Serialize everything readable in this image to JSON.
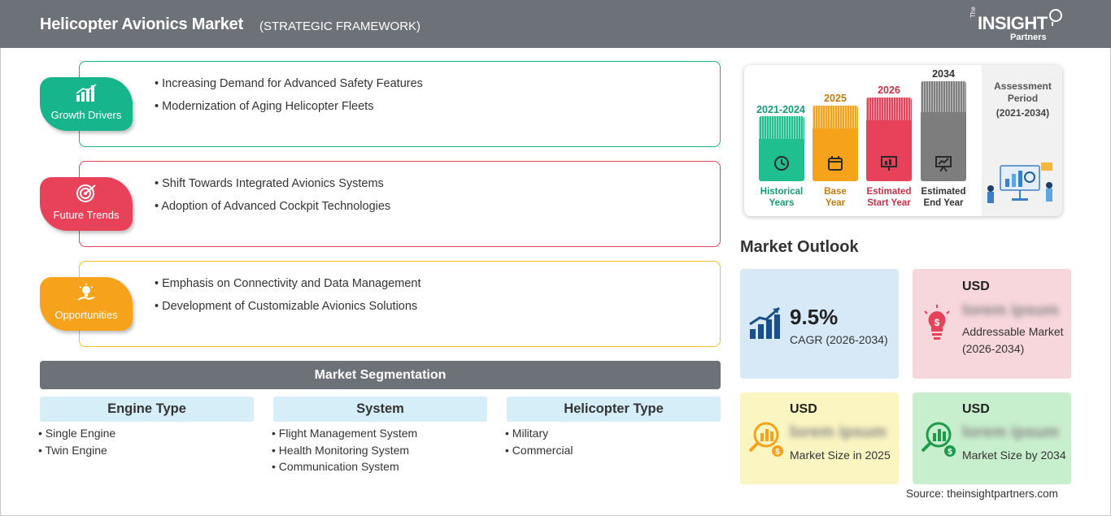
{
  "header": {
    "title": "Helicopter Avionics Market",
    "subtitle": "(STRATEGIC FRAMEWORK)",
    "logo": {
      "the": "The",
      "insight": "INSIGHT",
      "partners": "Partners"
    }
  },
  "framework": {
    "drivers": {
      "label": "Growth Drivers",
      "color": "#17b58b",
      "items": [
        "Increasing Demand for Advanced Safety Features",
        "Modernization of Aging Helicopter Fleets"
      ]
    },
    "trends": {
      "label": "Future Trends",
      "color": "#e8425a",
      "items": [
        "Shift Towards Integrated Avionics Systems",
        "Adoption of Advanced Cockpit Technologies"
      ]
    },
    "opportunities": {
      "label": "Opportunities",
      "color": "#f6a21a",
      "items": [
        "Emphasis on Connectivity and Data Management",
        "Development of Customizable Avionics Solutions"
      ]
    }
  },
  "segmentation": {
    "title": "Market Segmentation",
    "columns": [
      {
        "heading": "Engine Type",
        "items": [
          "Single Engine",
          "Twin Engine"
        ]
      },
      {
        "heading": "System",
        "items": [
          "Flight Management System",
          "Health Monitoring System",
          "Communication System"
        ]
      },
      {
        "heading": "Helicopter Type",
        "items": [
          "Military",
          "Commercial"
        ]
      }
    ]
  },
  "assessment": {
    "title": "Assessment Period",
    "period": "(2021-2034)",
    "columns": [
      {
        "year": "2021-2024",
        "label_1": "Historical",
        "label_2": "Years",
        "color": "#1fbf8f",
        "icon": "history-icon"
      },
      {
        "year": "2025",
        "label_1": "Base",
        "label_2": "Year",
        "color": "#f6a21a",
        "icon": "calendar-icon"
      },
      {
        "year": "2026",
        "label_1": "Estimated",
        "label_2": "Start Year",
        "color": "#e8425a",
        "icon": "chart-board-icon"
      },
      {
        "year": "2034",
        "label_1": "Estimated",
        "label_2": "End Year",
        "color": "#7d7d7d",
        "icon": "presentation-icon"
      }
    ]
  },
  "outlook": {
    "title": "Market Outlook",
    "cagr": {
      "value": "9.5%",
      "label": "CAGR (2026-2034)",
      "color": "#d7e9f6"
    },
    "addressable": {
      "currency": "USD",
      "value": "lorem ipsum",
      "label": "Addressable Market (2026-2034)",
      "color": "#f8d7dc"
    },
    "size_2025": {
      "currency": "USD",
      "value": "lorem ipsum",
      "label": "Market Size in 2025",
      "color": "#fbf5c2"
    },
    "size_2034": {
      "currency": "USD",
      "value": "lorem ipsum",
      "label": "Market Size by 2034",
      "color": "#c8efcd"
    }
  },
  "source": "Source: theinsightpartners.com"
}
